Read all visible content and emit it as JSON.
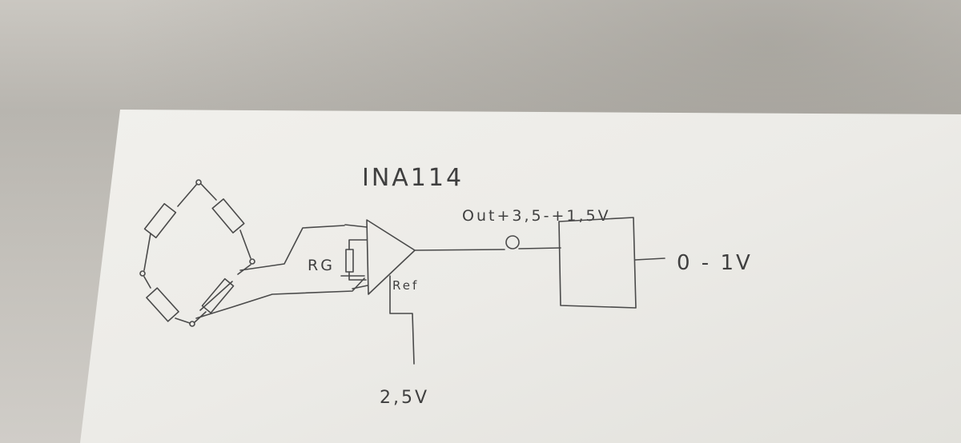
{
  "sketch": {
    "chip_label": "INA114",
    "gain_resistor_label": "RG",
    "reference_pin_label": "Ref",
    "output_range_label": "Out+3,5-+1,5V",
    "final_output_label": "0 - 1V",
    "reference_voltage_label": "2,5V"
  }
}
